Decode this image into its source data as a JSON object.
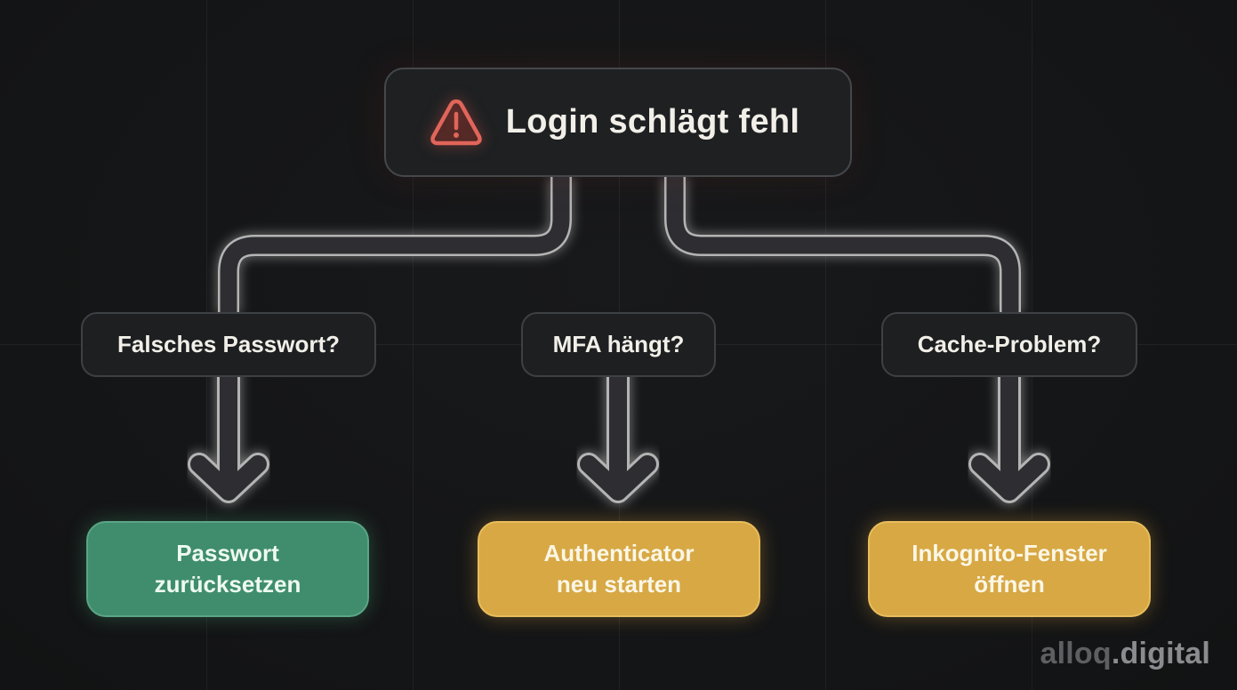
{
  "diagram": {
    "title": "Login schlägt fehl",
    "title_icon": "warning-triangle-icon",
    "colors": {
      "background": "#151617",
      "node_dark": "#1e2022",
      "warning_red": "#e0655a",
      "solution_green": "#3f8d6d",
      "solution_gold": "#d7a844",
      "connector_fill": "#2d2f31",
      "connector_outline": "#b4b4b4"
    },
    "branches": [
      {
        "question": "Falsches Passwort?",
        "solution_line1": "Passwort",
        "solution_line2": "zurücksetzen",
        "solution_color": "green"
      },
      {
        "question": "MFA hängt?",
        "solution_line1": "Authenticator",
        "solution_line2": "neu starten",
        "solution_color": "gold"
      },
      {
        "question": "Cache-Problem?",
        "solution_line1": "Inkognito-Fenster",
        "solution_line2": "öffnen",
        "solution_color": "gold"
      }
    ]
  },
  "branding": {
    "part1": "alloq",
    "part2": ".digital"
  }
}
